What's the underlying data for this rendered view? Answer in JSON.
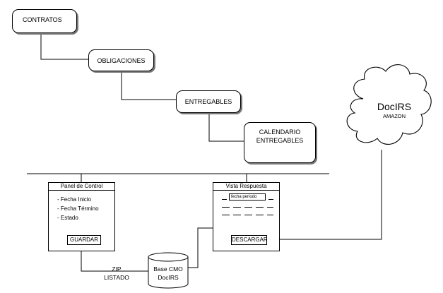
{
  "hierarchy": {
    "contratos": "CONTRATOS",
    "obligaciones": "OBLIGACIONES",
    "entregables": "ENTREGABLES",
    "calendario_line1": "CALENDARIO",
    "calendario_line2": "ENTREGABLES"
  },
  "cloud": {
    "title": "DocIRS",
    "subtitle": "AMAZON"
  },
  "panel_control": {
    "title": "Panel de Control",
    "items": [
      "- Fecha Inicio",
      "- Fecha Término",
      "- Estado"
    ],
    "button": "GUARDAR"
  },
  "vista_respuesta": {
    "title": "Vista Respuesta",
    "field": "fecha periodo",
    "button": "DESCARGAR"
  },
  "database": {
    "line1": "Base CMO",
    "line2": "DocIRS"
  },
  "connector_labels": {
    "zip": "ZIP",
    "listado": "LISTADO"
  }
}
